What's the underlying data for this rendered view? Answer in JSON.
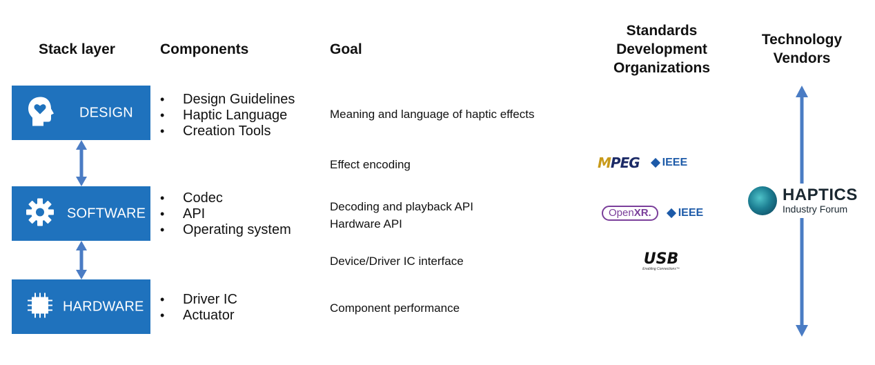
{
  "headers": {
    "stack_layer": "Stack layer",
    "components": "Components",
    "goal": "Goal",
    "sdo": [
      "Standards",
      "Development",
      "Organizations"
    ],
    "vendors": [
      "Technology",
      "Vendors"
    ]
  },
  "layers": [
    {
      "label": "DESIGN",
      "icon": "head-heart-icon",
      "color": "#1f72bd"
    },
    {
      "label": "SOFTWARE",
      "icon": "gear-icon",
      "color": "#1f72bd"
    },
    {
      "label": "HARDWARE",
      "icon": "chip-icon",
      "color": "#1f72bd"
    }
  ],
  "components": {
    "design": [
      "Design Guidelines",
      "Haptic Language",
      "Creation Tools"
    ],
    "software": [
      "Codec",
      "API",
      "Operating system"
    ],
    "hardware": [
      "Driver IC",
      "Actuator"
    ]
  },
  "goals": [
    "Meaning and language of haptic effects",
    "Effect encoding",
    "Decoding and playback API",
    "Hardware API",
    "Device/Driver IC interface",
    "Component performance"
  ],
  "sdo_logos": {
    "mpeg": {
      "prefix": "M",
      "rest": "PEG"
    },
    "ieee": "IEEE",
    "openxr": {
      "prefix": "Open",
      "rest": "XR."
    },
    "usb": {
      "big": "USB",
      "small": "Enabling Connections™"
    }
  },
  "vendor_logo": {
    "name": "HAPTICS",
    "sub": "Industry Forum"
  },
  "colors": {
    "layer_box": "#1f72bd",
    "arrow": "#4a7cc4"
  }
}
